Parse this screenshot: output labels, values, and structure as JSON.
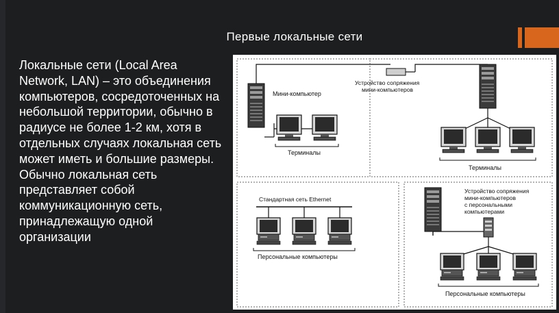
{
  "slide": {
    "title": "Первые локальные сети",
    "body": "Локальные сети (Local Area Network, LAN) – это объединения компьютеров, сосредоточенных на небольшой территории, обычно в радиусе не более 1-2 км, хотя в отдельных случаях локальная сеть может иметь и большие размеры. Обычно локальная сеть представляет собой коммуникационную сеть, принадлежащую одной организации"
  },
  "diagram": {
    "top_left": {
      "minicomputer_label": "Мини-компьютер",
      "terminals_label": "Терминалы"
    },
    "top_right": {
      "interface_label_line1": "Устройство сопряжения",
      "interface_label_line2": "мини-компьютеров",
      "terminals_label": "Терминалы"
    },
    "bottom_left": {
      "ethernet_label": "Стандартная сеть Ethernet",
      "pcs_label": "Персональные компьютеры"
    },
    "bottom_right": {
      "interface_label_line1": "Устройство сопряжения",
      "interface_label_line2": "мини-компьютеров",
      "interface_label_line3": "с персональными",
      "interface_label_line4": "компьютерами",
      "pcs_label": "Персональные компьютеры"
    }
  },
  "colors": {
    "background": "#1d1e20",
    "accent": "#d8661d",
    "text": "#ffffff"
  }
}
